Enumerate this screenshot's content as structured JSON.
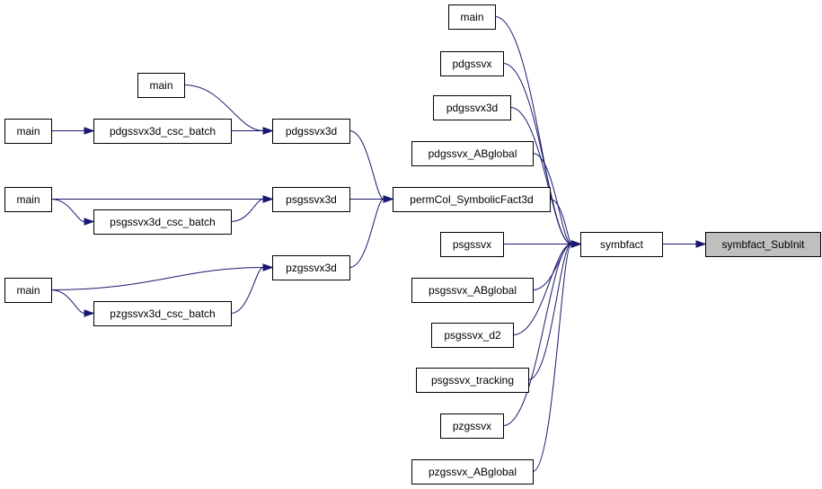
{
  "graph": {
    "colors": {
      "edge": "#191970",
      "node_border": "#000000",
      "node_fill": "#ffffff",
      "highlight_fill": "#bfbfbf"
    },
    "nodes": [
      {
        "id": "symbfact_subinit",
        "label": "symbfact_SubInit",
        "highlight": true
      },
      {
        "id": "symbfact",
        "label": "symbfact"
      },
      {
        "id": "permcol_symbolicfact3d",
        "label": "permCol_SymbolicFact3d"
      },
      {
        "id": "main_r1",
        "label": "main"
      },
      {
        "id": "pdgssvx",
        "label": "pdgssvx"
      },
      {
        "id": "pdgssvx3d_r",
        "label": "pdgssvx3d"
      },
      {
        "id": "pdgssvx_abglobal",
        "label": "pdgssvx_ABglobal"
      },
      {
        "id": "psgssvx",
        "label": "psgssvx"
      },
      {
        "id": "psgssvx_abglobal",
        "label": "psgssvx_ABglobal"
      },
      {
        "id": "psgssvx_d2",
        "label": "psgssvx_d2"
      },
      {
        "id": "psgssvx_tracking",
        "label": "psgssvx_tracking"
      },
      {
        "id": "pzgssvx",
        "label": "pzgssvx"
      },
      {
        "id": "pzgssvx_abglobal",
        "label": "pzgssvx_ABglobal"
      },
      {
        "id": "pdgssvx3d_m",
        "label": "pdgssvx3d"
      },
      {
        "id": "psgssvx3d",
        "label": "psgssvx3d"
      },
      {
        "id": "pzgssvx3d",
        "label": "pzgssvx3d"
      },
      {
        "id": "main_top",
        "label": "main"
      },
      {
        "id": "pdgssvx3d_csc_batch",
        "label": "pdgssvx3d_csc_batch"
      },
      {
        "id": "psgssvx3d_csc_batch",
        "label": "psgssvx3d_csc_batch"
      },
      {
        "id": "pzgssvx3d_csc_batch",
        "label": "pzgssvx3d_csc_batch"
      },
      {
        "id": "main_l1",
        "label": "main"
      },
      {
        "id": "main_l2",
        "label": "main"
      },
      {
        "id": "main_l3",
        "label": "main"
      }
    ],
    "edges": [
      {
        "from": "symbfact",
        "to": "symbfact_subinit"
      },
      {
        "from": "main_r1",
        "to": "symbfact"
      },
      {
        "from": "pdgssvx",
        "to": "symbfact"
      },
      {
        "from": "pdgssvx3d_r",
        "to": "symbfact"
      },
      {
        "from": "pdgssvx_abglobal",
        "to": "symbfact"
      },
      {
        "from": "permcol_symbolicfact3d",
        "to": "symbfact"
      },
      {
        "from": "psgssvx",
        "to": "symbfact"
      },
      {
        "from": "psgssvx_abglobal",
        "to": "symbfact"
      },
      {
        "from": "psgssvx_d2",
        "to": "symbfact"
      },
      {
        "from": "psgssvx_tracking",
        "to": "symbfact"
      },
      {
        "from": "pzgssvx",
        "to": "symbfact"
      },
      {
        "from": "pzgssvx_abglobal",
        "to": "symbfact"
      },
      {
        "from": "pdgssvx3d_m",
        "to": "permcol_symbolicfact3d"
      },
      {
        "from": "psgssvx3d",
        "to": "permcol_symbolicfact3d"
      },
      {
        "from": "pzgssvx3d",
        "to": "permcol_symbolicfact3d"
      },
      {
        "from": "main_top",
        "to": "pdgssvx3d_m"
      },
      {
        "from": "pdgssvx3d_csc_batch",
        "to": "pdgssvx3d_m"
      },
      {
        "from": "main_l1",
        "to": "pdgssvx3d_csc_batch"
      },
      {
        "from": "main_l2",
        "to": "psgssvx3d"
      },
      {
        "from": "psgssvx3d_csc_batch",
        "to": "psgssvx3d"
      },
      {
        "from": "main_l2",
        "to": "psgssvx3d_csc_batch"
      },
      {
        "from": "main_l3",
        "to": "pzgssvx3d"
      },
      {
        "from": "pzgssvx3d_csc_batch",
        "to": "pzgssvx3d"
      },
      {
        "from": "main_l3",
        "to": "pzgssvx3d_csc_batch"
      }
    ]
  }
}
